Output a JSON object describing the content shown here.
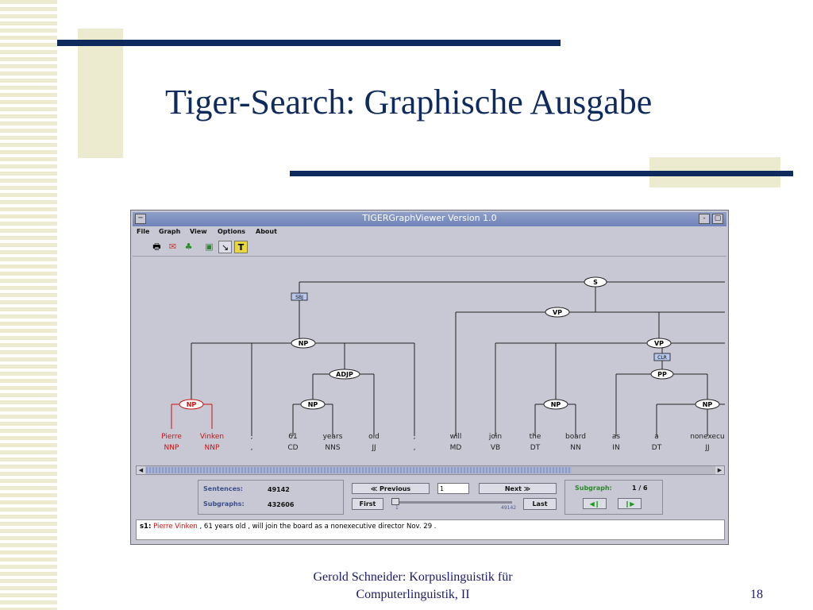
{
  "slide": {
    "title": "Tiger-Search: Graphische Ausgabe",
    "footer_line1": "Gerold Schneider: Korpuslinguistik für",
    "footer_line2": "Computerlinguistik, II",
    "page_number": "18",
    "colors": {
      "title": "#0f2b5e",
      "accent_bar": "#0f2b5e",
      "stripe": "#ecebcf"
    }
  },
  "window": {
    "title": "TIGERGraphViewer Version 1.0",
    "minimize_icon": "-",
    "maximize_icon": "▢",
    "menu": [
      "File",
      "Graph",
      "View",
      "Options",
      "About"
    ],
    "toolbar_icons": [
      "printer-icon",
      "mail-icon",
      "tree-icon",
      "export-icon",
      "pointer-icon",
      "text-icon"
    ]
  },
  "graph": {
    "nodes": {
      "s": "S",
      "vp1": "VP",
      "vp2": "VP",
      "np_subj": "NP",
      "adjp": "ADJP",
      "np_years": "NP",
      "np_red": "NP",
      "pp": "PP",
      "np_board": "NP",
      "np_right": "NP"
    },
    "edges": {
      "sbj": "SBJ",
      "clr": "CLR"
    },
    "tokens": [
      {
        "word": "Pierre",
        "tag": "NNP",
        "highlight": true
      },
      {
        "word": "Vinken",
        "tag": "NNP",
        "highlight": true
      },
      {
        "word": ",",
        "tag": ",",
        "highlight": false
      },
      {
        "word": "61",
        "tag": "CD",
        "highlight": false
      },
      {
        "word": "years",
        "tag": "NNS",
        "highlight": false
      },
      {
        "word": "old",
        "tag": "JJ",
        "highlight": false
      },
      {
        "word": ",",
        "tag": ",",
        "highlight": false
      },
      {
        "word": "will",
        "tag": "MD",
        "highlight": false
      },
      {
        "word": "join",
        "tag": "VB",
        "highlight": false
      },
      {
        "word": "the",
        "tag": "DT",
        "highlight": false
      },
      {
        "word": "board",
        "tag": "NN",
        "highlight": false
      },
      {
        "word": "as",
        "tag": "IN",
        "highlight": false
      },
      {
        "word": "a",
        "tag": "DT",
        "highlight": false
      },
      {
        "word": "nonexecu",
        "tag": "JJ",
        "highlight": false
      }
    ],
    "colors": {
      "highlight": "#cc1111",
      "node_fill": "#ffffff",
      "edge_label_fill": "#b8c8ec"
    }
  },
  "controls": {
    "sentences_label": "Sentences:",
    "sentences_value": "49142",
    "subgraphs_label": "Subgraphs:",
    "subgraphs_value": "432606",
    "previous_label": "≪ Previous",
    "next_label": "Next ≫",
    "sentence_input": "1",
    "first_label": "First",
    "last_label": "Last",
    "slider_min": "1",
    "slider_max": "49142",
    "slider_value_fraction": 0,
    "subgraph_label": "Subgraph:",
    "subgraph_value": "1 / 6",
    "prev_subgraph_icon": "◀❙",
    "next_subgraph_icon": "❙▶"
  },
  "sentence": {
    "id": "s1:",
    "highlight": "Pierre Vinken",
    "rest": " , 61 years old , will join the board as a nonexecutive director Nov. 29 ."
  }
}
